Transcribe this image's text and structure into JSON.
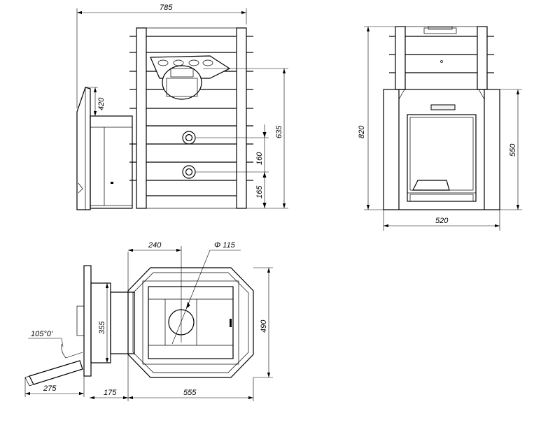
{
  "dimensions": {
    "side_width": "785",
    "side_upper": "420",
    "side_total": "635",
    "side_mid": "160",
    "side_low": "165",
    "front_height": "820",
    "front_lower": "550",
    "front_width": "520",
    "top_offset": "240",
    "top_diameter": "Φ 115",
    "top_tunnel": "355",
    "top_depth": "490",
    "top_angle": "105°0'",
    "top_door": "275",
    "top_neck": "175",
    "top_body": "555"
  }
}
